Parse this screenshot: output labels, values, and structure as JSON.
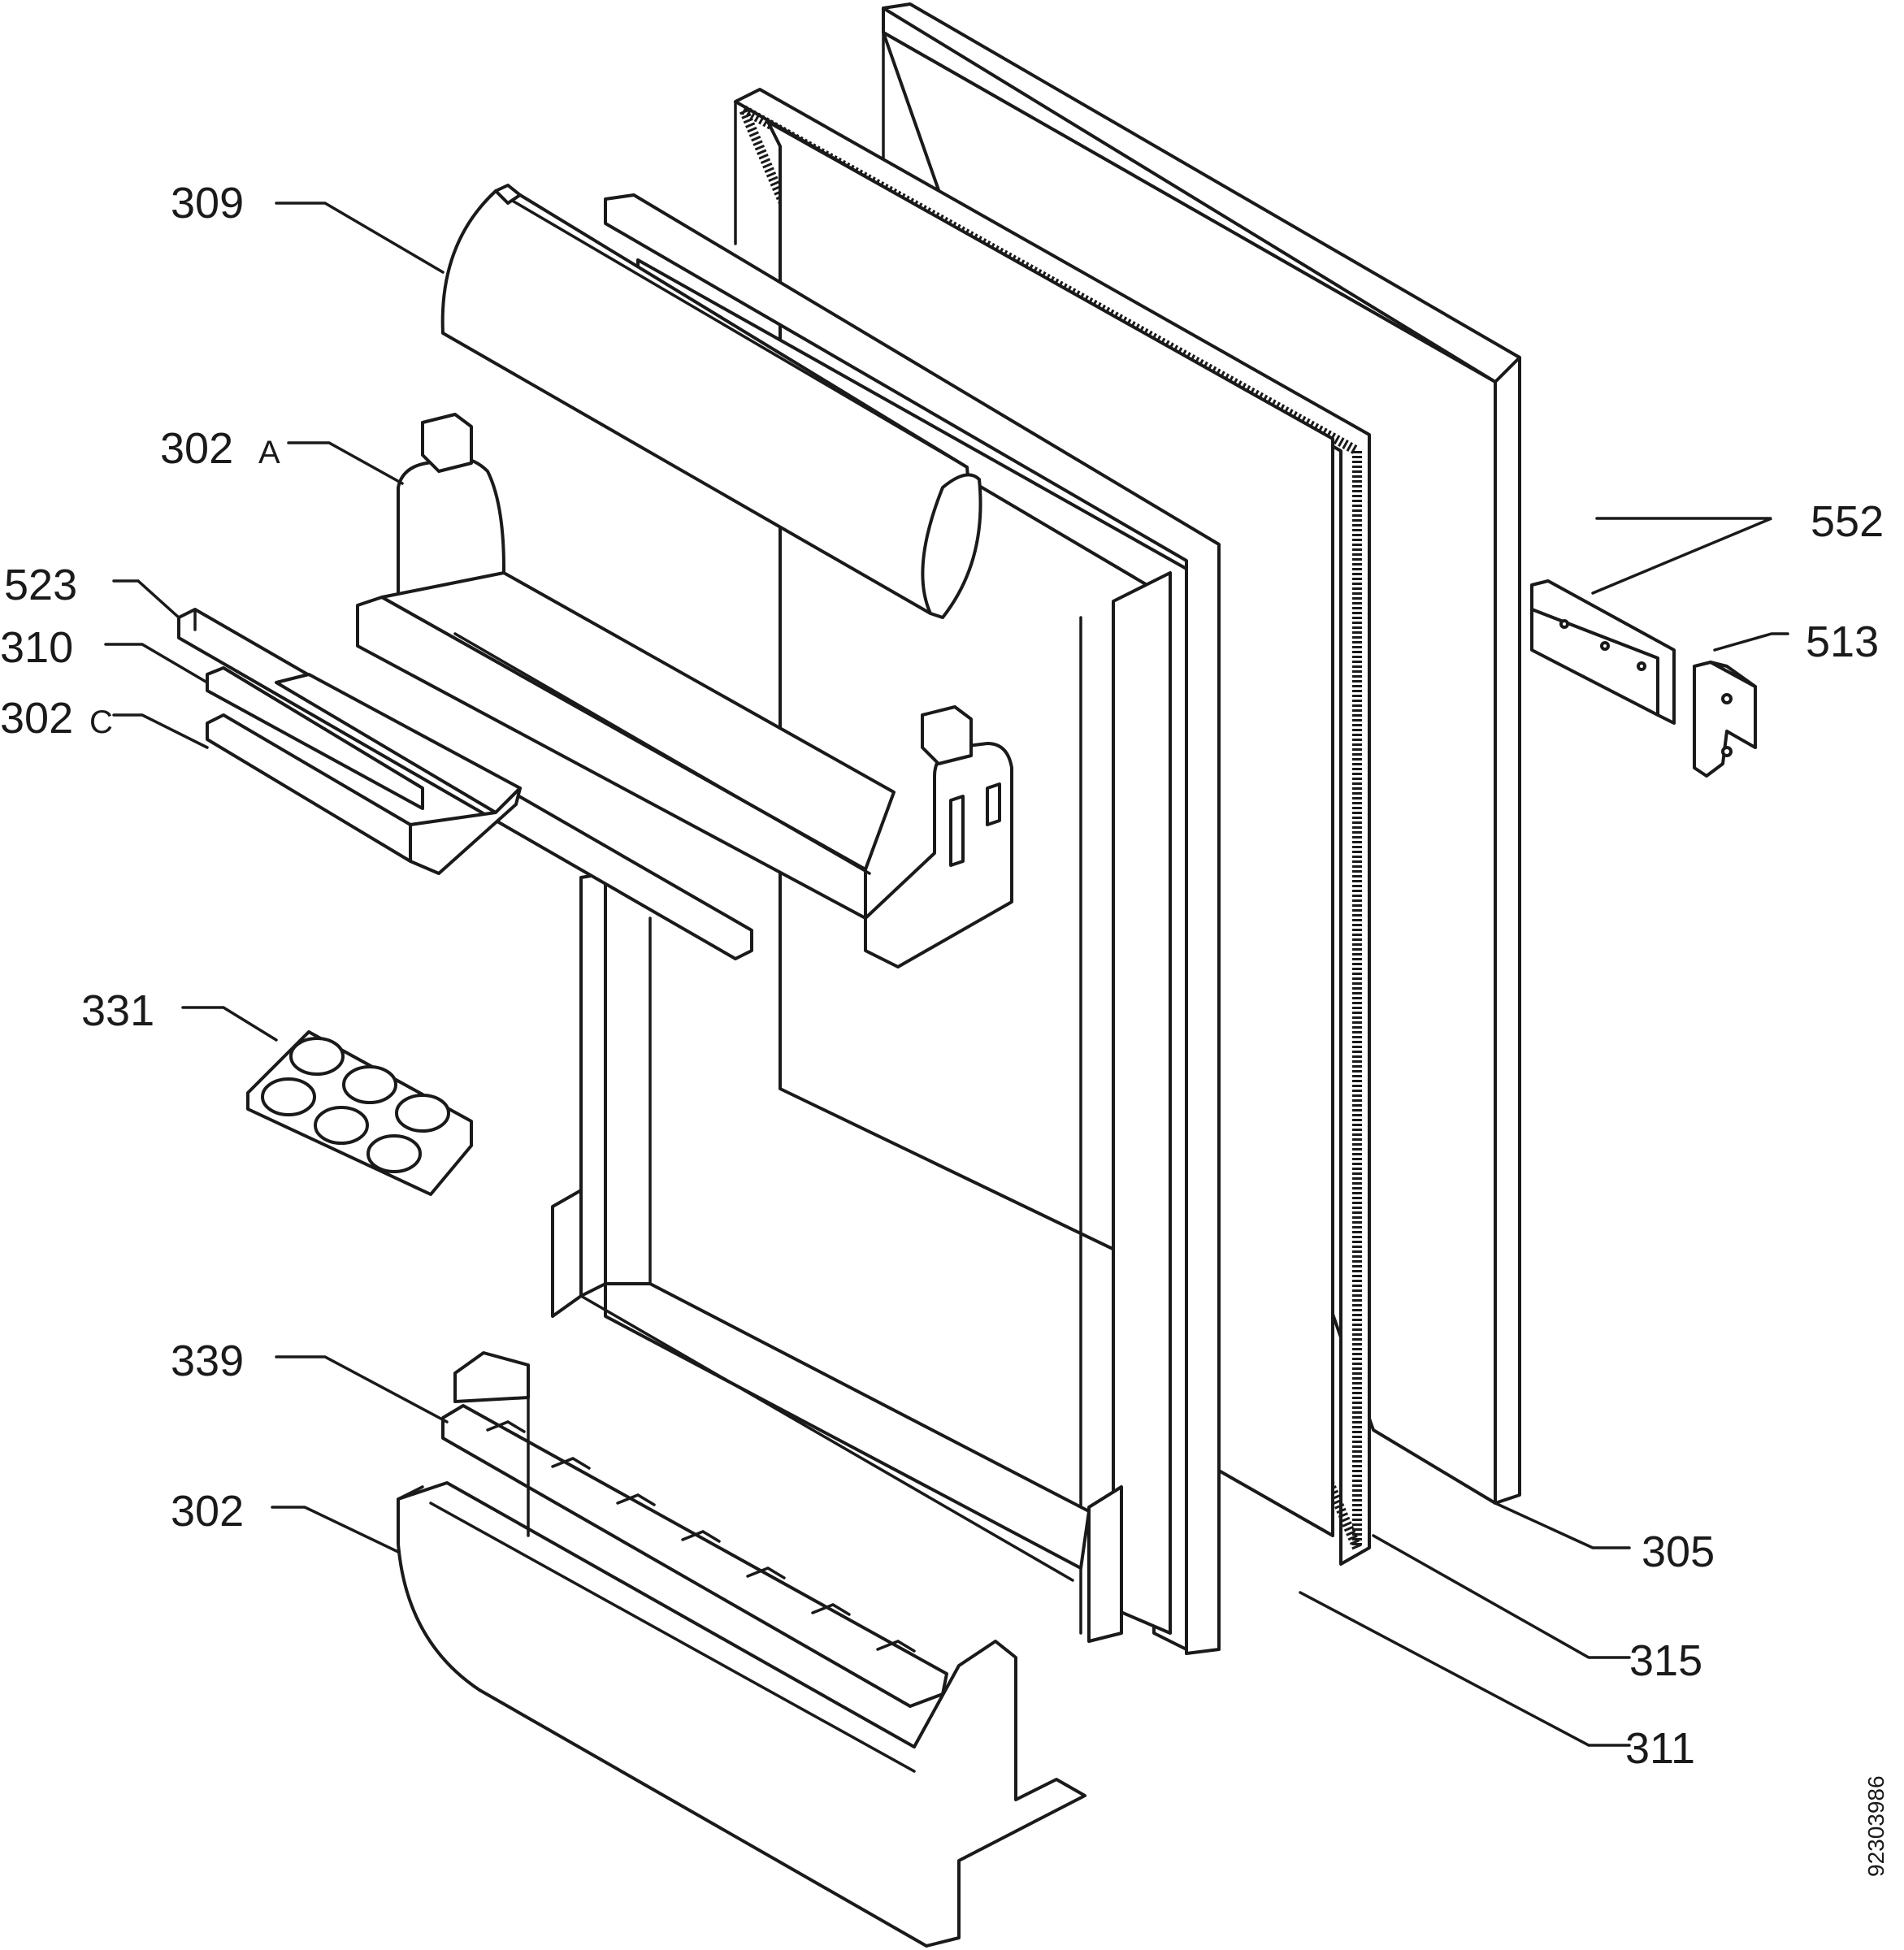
{
  "labels": {
    "p309": "309",
    "p302A_num": "302",
    "p302A_suf": "A",
    "p523": "523",
    "p310": "310",
    "p302C_num": "302",
    "p302C_suf": "C",
    "p331": "331",
    "p339": "339",
    "p302": "302",
    "p552": "552",
    "p513": "513",
    "p305": "305",
    "p315": "315",
    "p311": "311"
  },
  "document_code": "92303986"
}
